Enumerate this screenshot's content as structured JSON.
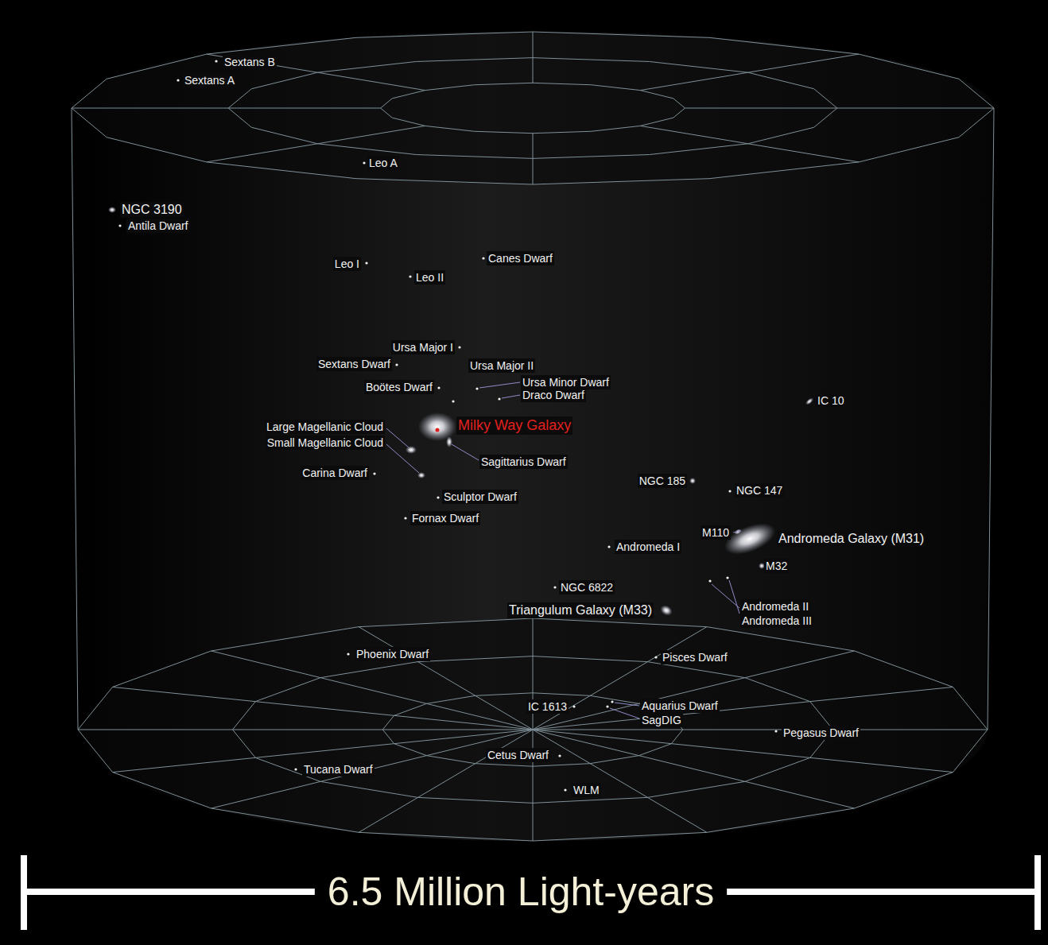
{
  "diagram": {
    "labels": [
      "Sextans B",
      "Sextans A",
      "Leo A",
      "NGC 3190",
      "Antila Dwarf",
      "Leo I",
      "Canes Dwarf",
      "Leo II",
      "Ursa Major I",
      "Sextans Dwarf",
      "Ursa Major II",
      "Ursa Minor Dwarf",
      "Draco Dwarf",
      "Boötes Dwarf",
      "IC 10",
      "Milky Way Galaxy",
      "Large Magellanic Cloud",
      "Small Magellanic Cloud",
      "Sagittarius Dwarf",
      "Carina Dwarf",
      "NGC 185",
      "NGC 147",
      "Sculptor Dwarf",
      "Fornax Dwarf",
      "M110",
      "Andromeda Galaxy (M31)",
      "Andromeda I",
      "M32",
      "NGC 6822",
      "Triangulum Galaxy (M33)",
      "Andromeda II",
      "Andromeda III",
      "Phoenix Dwarf",
      "Pisces Dwarf",
      "IC 1613",
      "Aquarius Dwarf",
      "SagDIG",
      "Pegasus Dwarf",
      "Cetus Dwarf",
      "Tucana Dwarf",
      "WLM",
      "6.5 Million Light-years"
    ]
  }
}
